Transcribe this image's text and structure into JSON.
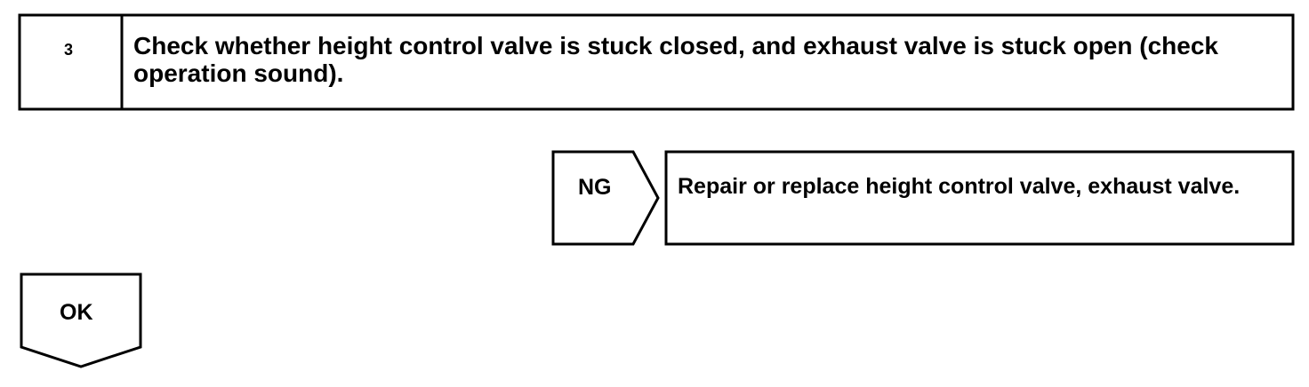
{
  "step": {
    "number": "3",
    "text": "Check whether height control valve is stuck closed, and exhaust valve is stuck open (check operation sound)."
  },
  "ng_branch": {
    "label": "NG",
    "action": "Repair or replace height control valve, exhaust valve."
  },
  "ok_branch": {
    "label": "OK"
  },
  "colors": {
    "line": "#000000",
    "background": "#ffffff"
  }
}
